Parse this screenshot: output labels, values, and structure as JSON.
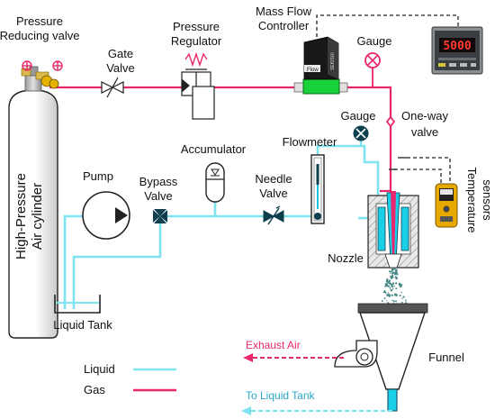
{
  "labels": {
    "pressure_reducing_valve": [
      "Pressure",
      "Reducing valve"
    ],
    "gate_valve": [
      "Gate",
      "Valve"
    ],
    "pressure_regulator": [
      "Pressure",
      "Regulator"
    ],
    "mass_flow_controller": [
      "Mass Flow",
      "Controller"
    ],
    "gauge_top": "Gauge",
    "gauge_mid": "Gauge",
    "one_way_valve": [
      "One-way",
      "valve"
    ],
    "accumulator": "Accumulator",
    "flowmeter": "Flowmeter",
    "pump": "Pump",
    "bypass_valve": [
      "Bypass",
      "Valve"
    ],
    "needle_valve": [
      "Needle",
      "Valve"
    ],
    "temperature_sensors": [
      "Temperature",
      "sensors"
    ],
    "cylinder": [
      "High-Pressure",
      "Air cylinder"
    ],
    "nozzle": "Nozzle",
    "liquid_tank": "Liquid Tank",
    "funnel": "Funnel",
    "exhaust_air": "Exhaust Air",
    "to_liquid_tank": "To Liquid Tank",
    "mfc_body_text": "Flow",
    "mfc_side_text": "SEKISUI"
  },
  "display": {
    "value": "5000"
  },
  "legend": {
    "liquid": "Liquid",
    "gas": "Gas"
  },
  "colors": {
    "liquid": "#7fe3f0",
    "gas": "#e8276e",
    "exhaust": "#e8276e"
  }
}
